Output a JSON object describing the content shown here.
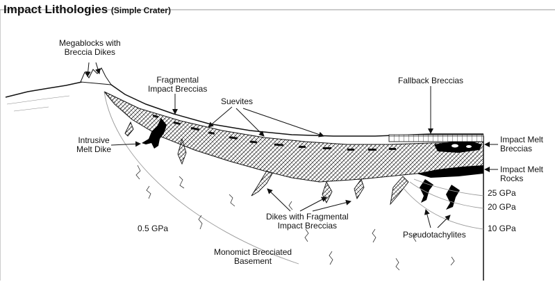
{
  "title": "Impact Lithologies",
  "subtitle": "(Simple Crater)",
  "labels": {
    "megablocks": "Megablocks with\nBreccia Dikes",
    "fragmental": "Fragmental\nImpact Breccias",
    "suevites": "Suevites",
    "fallback": "Fallback Breccias",
    "intrusive": "Intrusive\nMelt Dike",
    "impact_melt_breccias": "Impact Melt\nBreccias",
    "impact_melt_rocks": "Impact Melt\nRocks",
    "p25": "25 GPa",
    "p20": "20 GPa",
    "p10": "10 GPa",
    "p05": "0.5 GPa",
    "dikes": "Dikes with Fragmental\nImpact Breccias",
    "pseudotachylites": "Pseudotachylites",
    "basement": "Monomict Brecciated\nBasement"
  },
  "colors": {
    "ink": "#111111",
    "melt": "#000000",
    "background": "#ffffff"
  }
}
